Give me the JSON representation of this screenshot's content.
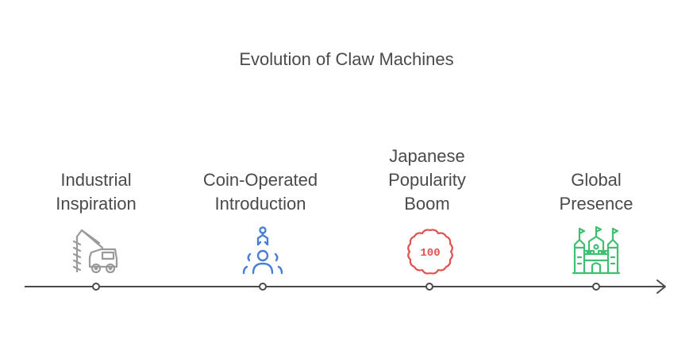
{
  "title": "Evolution of Claw Machines",
  "milestones": [
    {
      "label": "Industrial\nInspiration",
      "icon": "excavator-icon",
      "color": "#9a9a9a"
    },
    {
      "label": "Coin-Operated\nIntroduction",
      "icon": "claw-grabbing-toy-icon",
      "color": "#4a7fd6"
    },
    {
      "label": "Japanese\nPopularity\nBoom",
      "icon": "hundred-badge-icon",
      "icon_text": "100",
      "color": "#e05252"
    },
    {
      "label": "Global\nPresence",
      "icon": "castle-icon",
      "color": "#3fbf72"
    }
  ],
  "colors": {
    "text": "#4a4a4a",
    "timeline": "#4a4a4a"
  }
}
